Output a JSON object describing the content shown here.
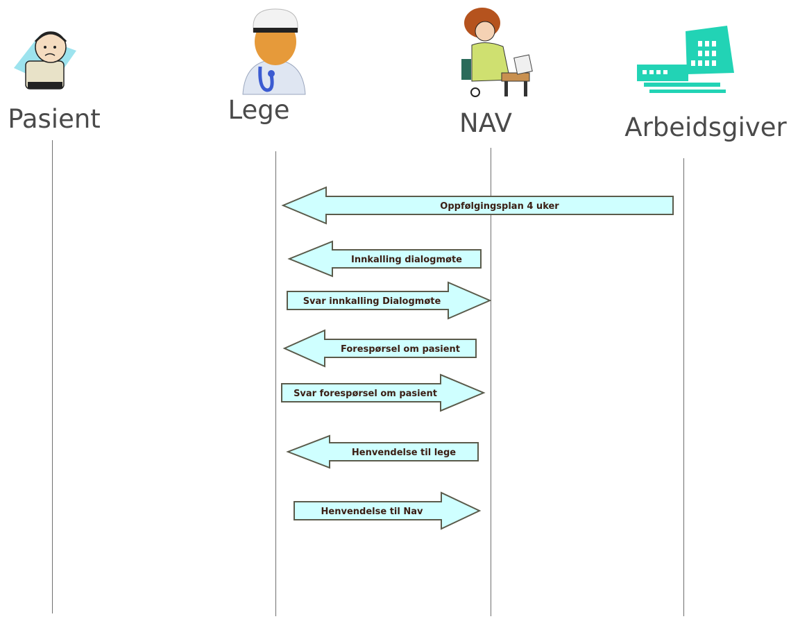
{
  "actors": [
    {
      "id": "pasient",
      "label": "Pasient",
      "icon": "sick-patient-icon"
    },
    {
      "id": "lege",
      "label": "Lege",
      "icon": "doctor-icon"
    },
    {
      "id": "nav",
      "label": "NAV",
      "icon": "office-worker-icon"
    },
    {
      "id": "arbeidsgiver",
      "label": "Arbeidsgiver",
      "icon": "office-building-icon"
    }
  ],
  "messages": [
    {
      "label": "Oppfølgingsplan 4 uker",
      "from": "arbeidsgiver",
      "to": "lege"
    },
    {
      "label": "Innkalling dialogmøte",
      "from": "nav",
      "to": "lege"
    },
    {
      "label": "Svar innkalling Dialogmøte",
      "from": "lege",
      "to": "nav"
    },
    {
      "label": "Forespørsel om pasient",
      "from": "nav",
      "to": "lege"
    },
    {
      "label": "Svar forespørsel om pasient",
      "from": "lege",
      "to": "nav"
    },
    {
      "label": "Henvendelse til lege",
      "from": "nav",
      "to": "lege"
    },
    {
      "label": "Henvendelse til Nav",
      "from": "lege",
      "to": "nav"
    }
  ],
  "colors": {
    "arrow_fill": "#cfffff",
    "arrow_stroke": "#5a5a4a",
    "arrow_text": "#3a1e14",
    "lifeline": "#6e6e6e",
    "actor_text": "#4a4a4a",
    "building": "#22d3b5"
  }
}
